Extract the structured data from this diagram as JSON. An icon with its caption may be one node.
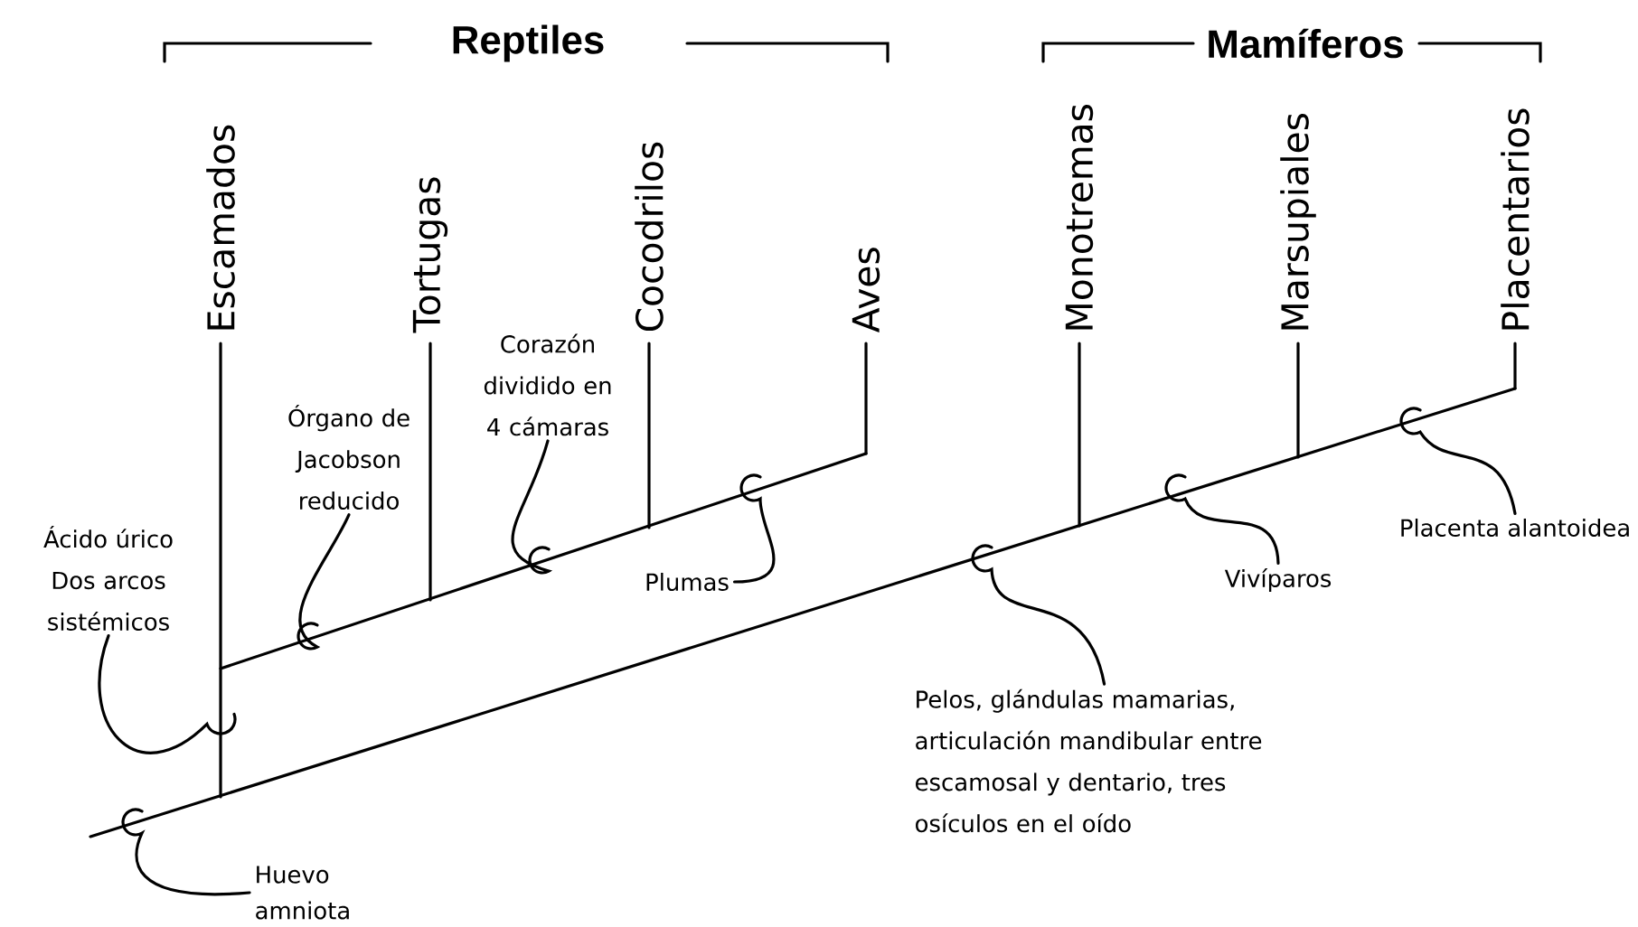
{
  "diagram": {
    "nodes": [
      {
        "text": [
          "Ácido úrico",
          "Dos arcos sistémicos"
        ]
      },
      {
        "text": [
          "Órgano de Jacobson reducido"
        ]
      },
      {
        "text": [
          "Corazón dividido en 4 cámaras"
        ]
      },
      {
        "text": [
          "Plumas"
        ]
      },
      {
        "text": [
          "Huevo amniota"
        ]
      },
      {
        "text": [
          "Pelos, glándulas mamarias, articulación mandibular entre escamosal y dentario, tres osículos en el oído"
        ]
      },
      {
        "text": [
          "Vivíparos"
        ]
      },
      {
        "text": [
          "Placenta alantoidea"
        ]
      }
    ],
    "edges": [
      {
        "from": 0,
        "to": null,
        "arrow": "none"
      },
      {
        "from": 1,
        "to": null,
        "arrow": "none"
      },
      {
        "from": 2,
        "to": null,
        "arrow": "none"
      },
      {
        "from": 3,
        "to": null,
        "arrow": "none"
      },
      {
        "from": 4,
        "to": null,
        "arrow": "none"
      },
      {
        "from": 5,
        "to": null,
        "arrow": "none"
      },
      {
        "from": 6,
        "to": null,
        "arrow": "none"
      },
      {
        "from": 7,
        "to": null,
        "arrow": "none"
      }
    ],
    "labels": [
      "Reptiles",
      "Mamíferos",
      "Escamados",
      "Tortugas",
      "Cocodrilos",
      "Aves",
      "Monotremas",
      "Marsupiales",
      "Placentarios"
    ]
  }
}
